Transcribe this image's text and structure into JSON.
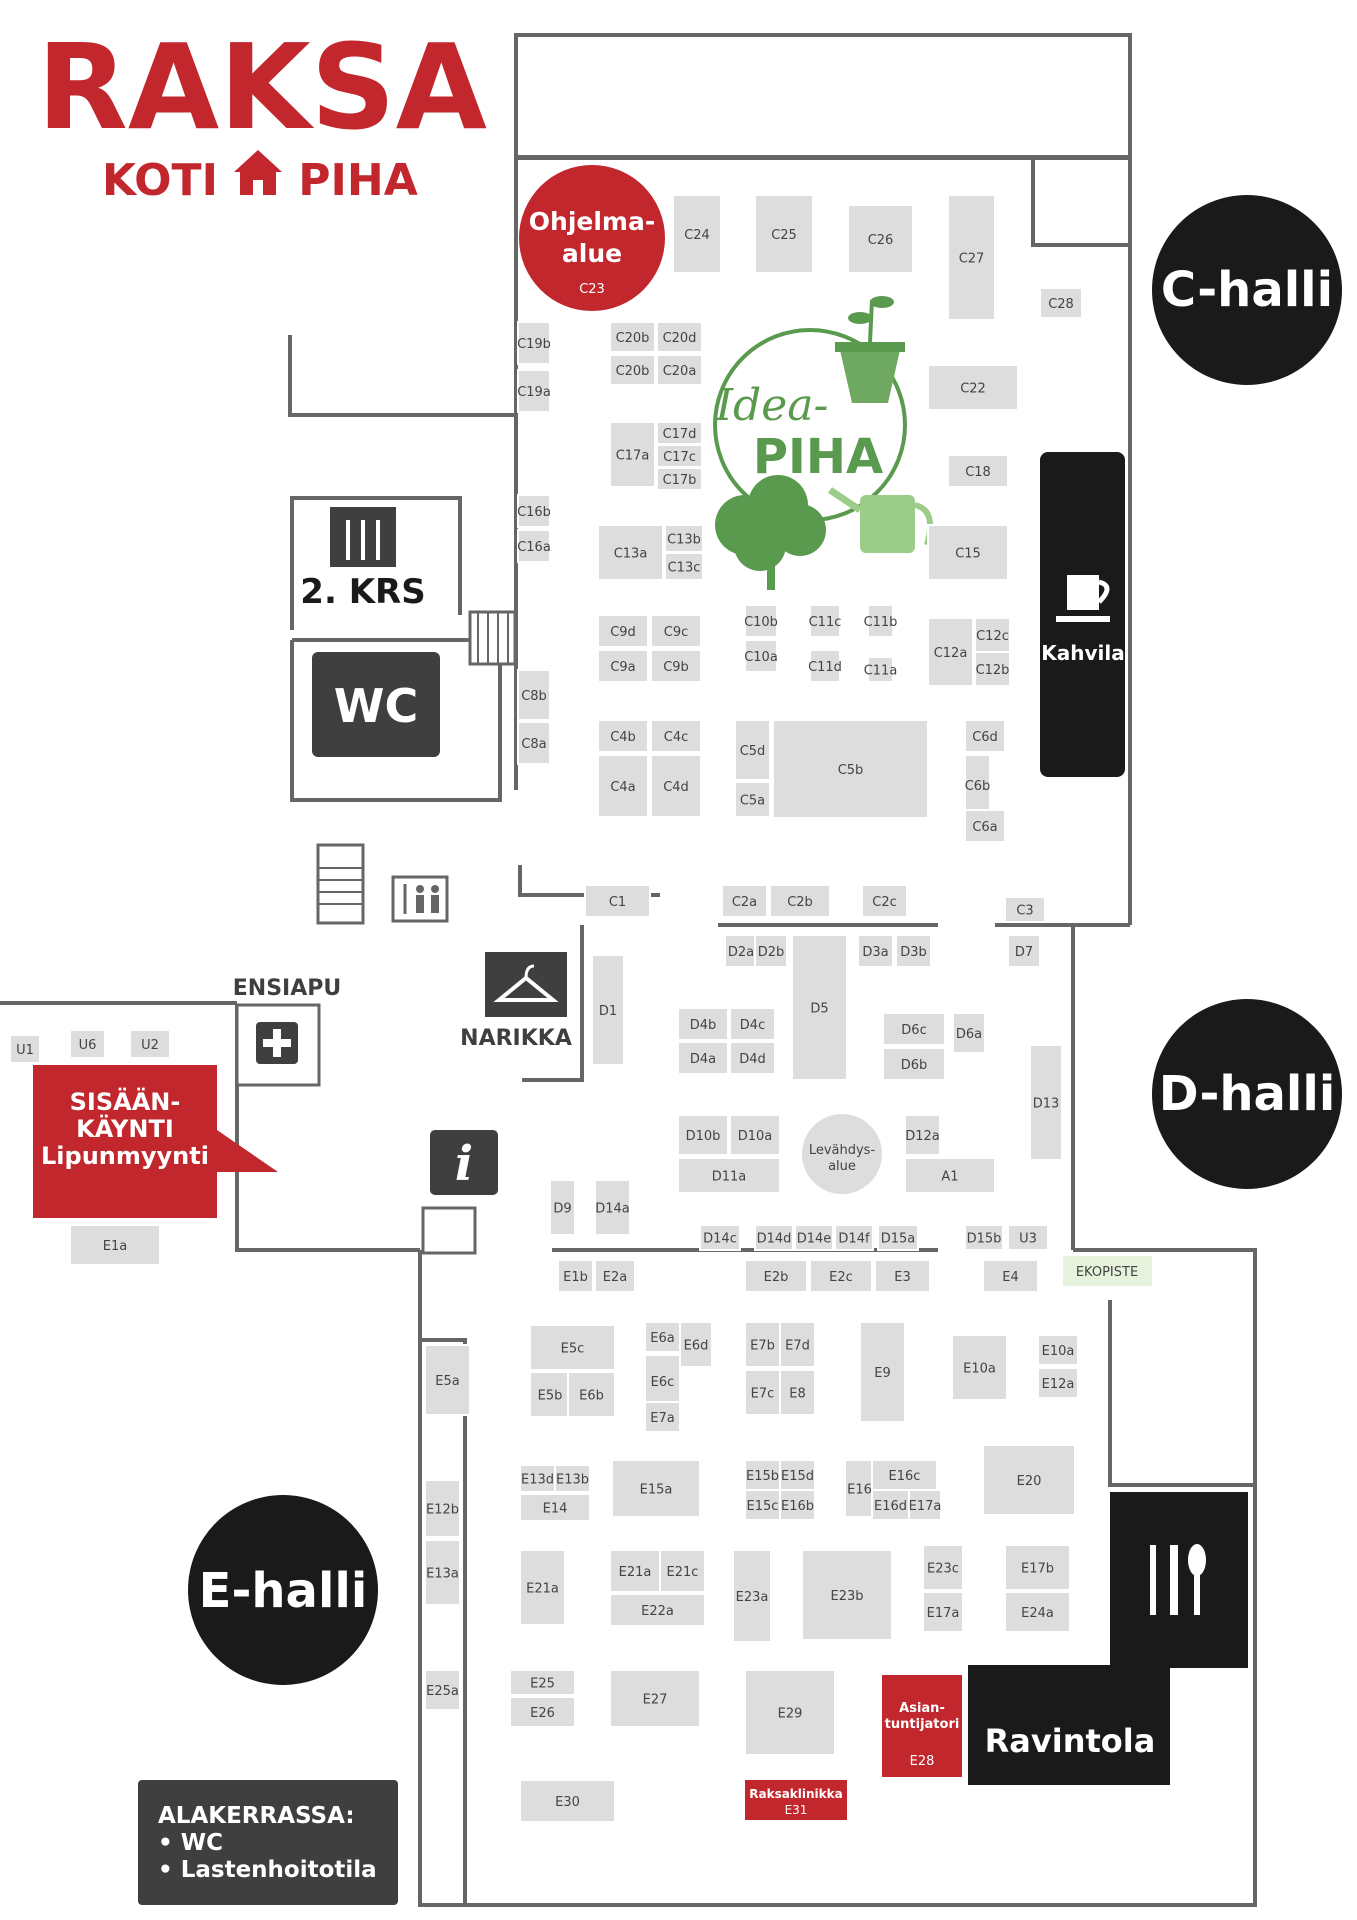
{
  "logo": {
    "title": "RAKSA",
    "subtitle_left": "KOTI",
    "subtitle_right": "PIHA",
    "color": "#c1272d"
  },
  "halls": {
    "c": "C-halli",
    "d": "D-halli",
    "e": "E-halli"
  },
  "zones": {
    "ohjelma_line1": "Ohjelma-",
    "ohjelma_line2": "alue",
    "ohjelma_code": "C23",
    "idea_script": "Idea-",
    "idea_word": "PIHA",
    "kahvila": "Kahvila",
    "krs": "2. KRS",
    "wc": "WC",
    "ensiapu": "ENSIAPU",
    "narikka": "NARIKKA",
    "entry_line1": "SISÄÄN-",
    "entry_line2": "KÄYNTI",
    "entry_line3": "Lipunmyynti",
    "info": "i",
    "levahdys_line1": "Levähdys-",
    "levahdys_line2": "alue",
    "ekopiste": "EKOPISTE",
    "asian_line1": "Asian-",
    "asian_line2": "tuntijatori",
    "asian_code": "E28",
    "raksaklinikka": "Raksaklinikka",
    "raksaklinikka_code": "E31",
    "ravintola": "Ravintola",
    "alakerrassa_title": "ALAKERRASSA:",
    "alakerrassa_item1": "• WC",
    "alakerrassa_item2": "• Lastenhoitotila"
  },
  "colors": {
    "red": "#c1272d",
    "dark": "#3f3f3f",
    "black": "#1a1a1a",
    "booth": "#dddddd",
    "green": "#5a9a4e",
    "eko": "#e6f2dc"
  },
  "booths": [
    "C24",
    "C25",
    "C26",
    "C27",
    "C28",
    "C22",
    "C18",
    "C15",
    "C20b",
    "C20d",
    "C20b",
    "C20a",
    "C19b",
    "C19a",
    "C17a",
    "C17d",
    "C17c",
    "C17b",
    "C16b",
    "C16a",
    "C13a",
    "C13b",
    "C13c",
    "C9d",
    "C9c",
    "C9a",
    "C9b",
    "C10b",
    "C10a",
    "C11c",
    "C11d",
    "C11b",
    "C11a",
    "C12a",
    "C12c",
    "C12b",
    "C8b",
    "C8a",
    "C4b",
    "C4c",
    "C4a",
    "C4d",
    "C5d",
    "C5a",
    "C5b",
    "C6d",
    "C6b",
    "C6a",
    "C1",
    "C2a",
    "C2b",
    "C2c",
    "C3",
    "D2a",
    "D2b",
    "D3a",
    "D3b",
    "D7",
    "D1",
    "D4b",
    "D4c",
    "D4a",
    "D4d",
    "D5",
    "D6c",
    "D6a",
    "D6b",
    "D13",
    "D10b",
    "D10a",
    "D11a",
    "D12a",
    "A1",
    "D9",
    "D14a",
    "D14c",
    "D14d",
    "D14e",
    "D14f",
    "D15a",
    "D15b",
    "U3",
    "U1",
    "U6",
    "U2",
    "E1a",
    "E1b",
    "E2a",
    "E2b",
    "E2c",
    "E3",
    "E4",
    "E5a",
    "E5c",
    "E5b",
    "E6b",
    "E6a",
    "E6c",
    "E6d",
    "E7a",
    "E7b",
    "E7d",
    "E7c",
    "E8",
    "E9",
    "E10a",
    "E10a",
    "E12a",
    "E12b",
    "E13a",
    "E13d",
    "E13b",
    "E14",
    "E15a",
    "E15b",
    "E15d",
    "E15c",
    "E16b",
    "E16a",
    "E16c",
    "E16d",
    "E17a",
    "E20",
    "E21a",
    "E21a",
    "E21c",
    "E22a",
    "E23a",
    "E23b",
    "E23c",
    "E17a",
    "E17b",
    "E24a",
    "E25a",
    "E25",
    "E26",
    "E27",
    "E29",
    "E30"
  ]
}
